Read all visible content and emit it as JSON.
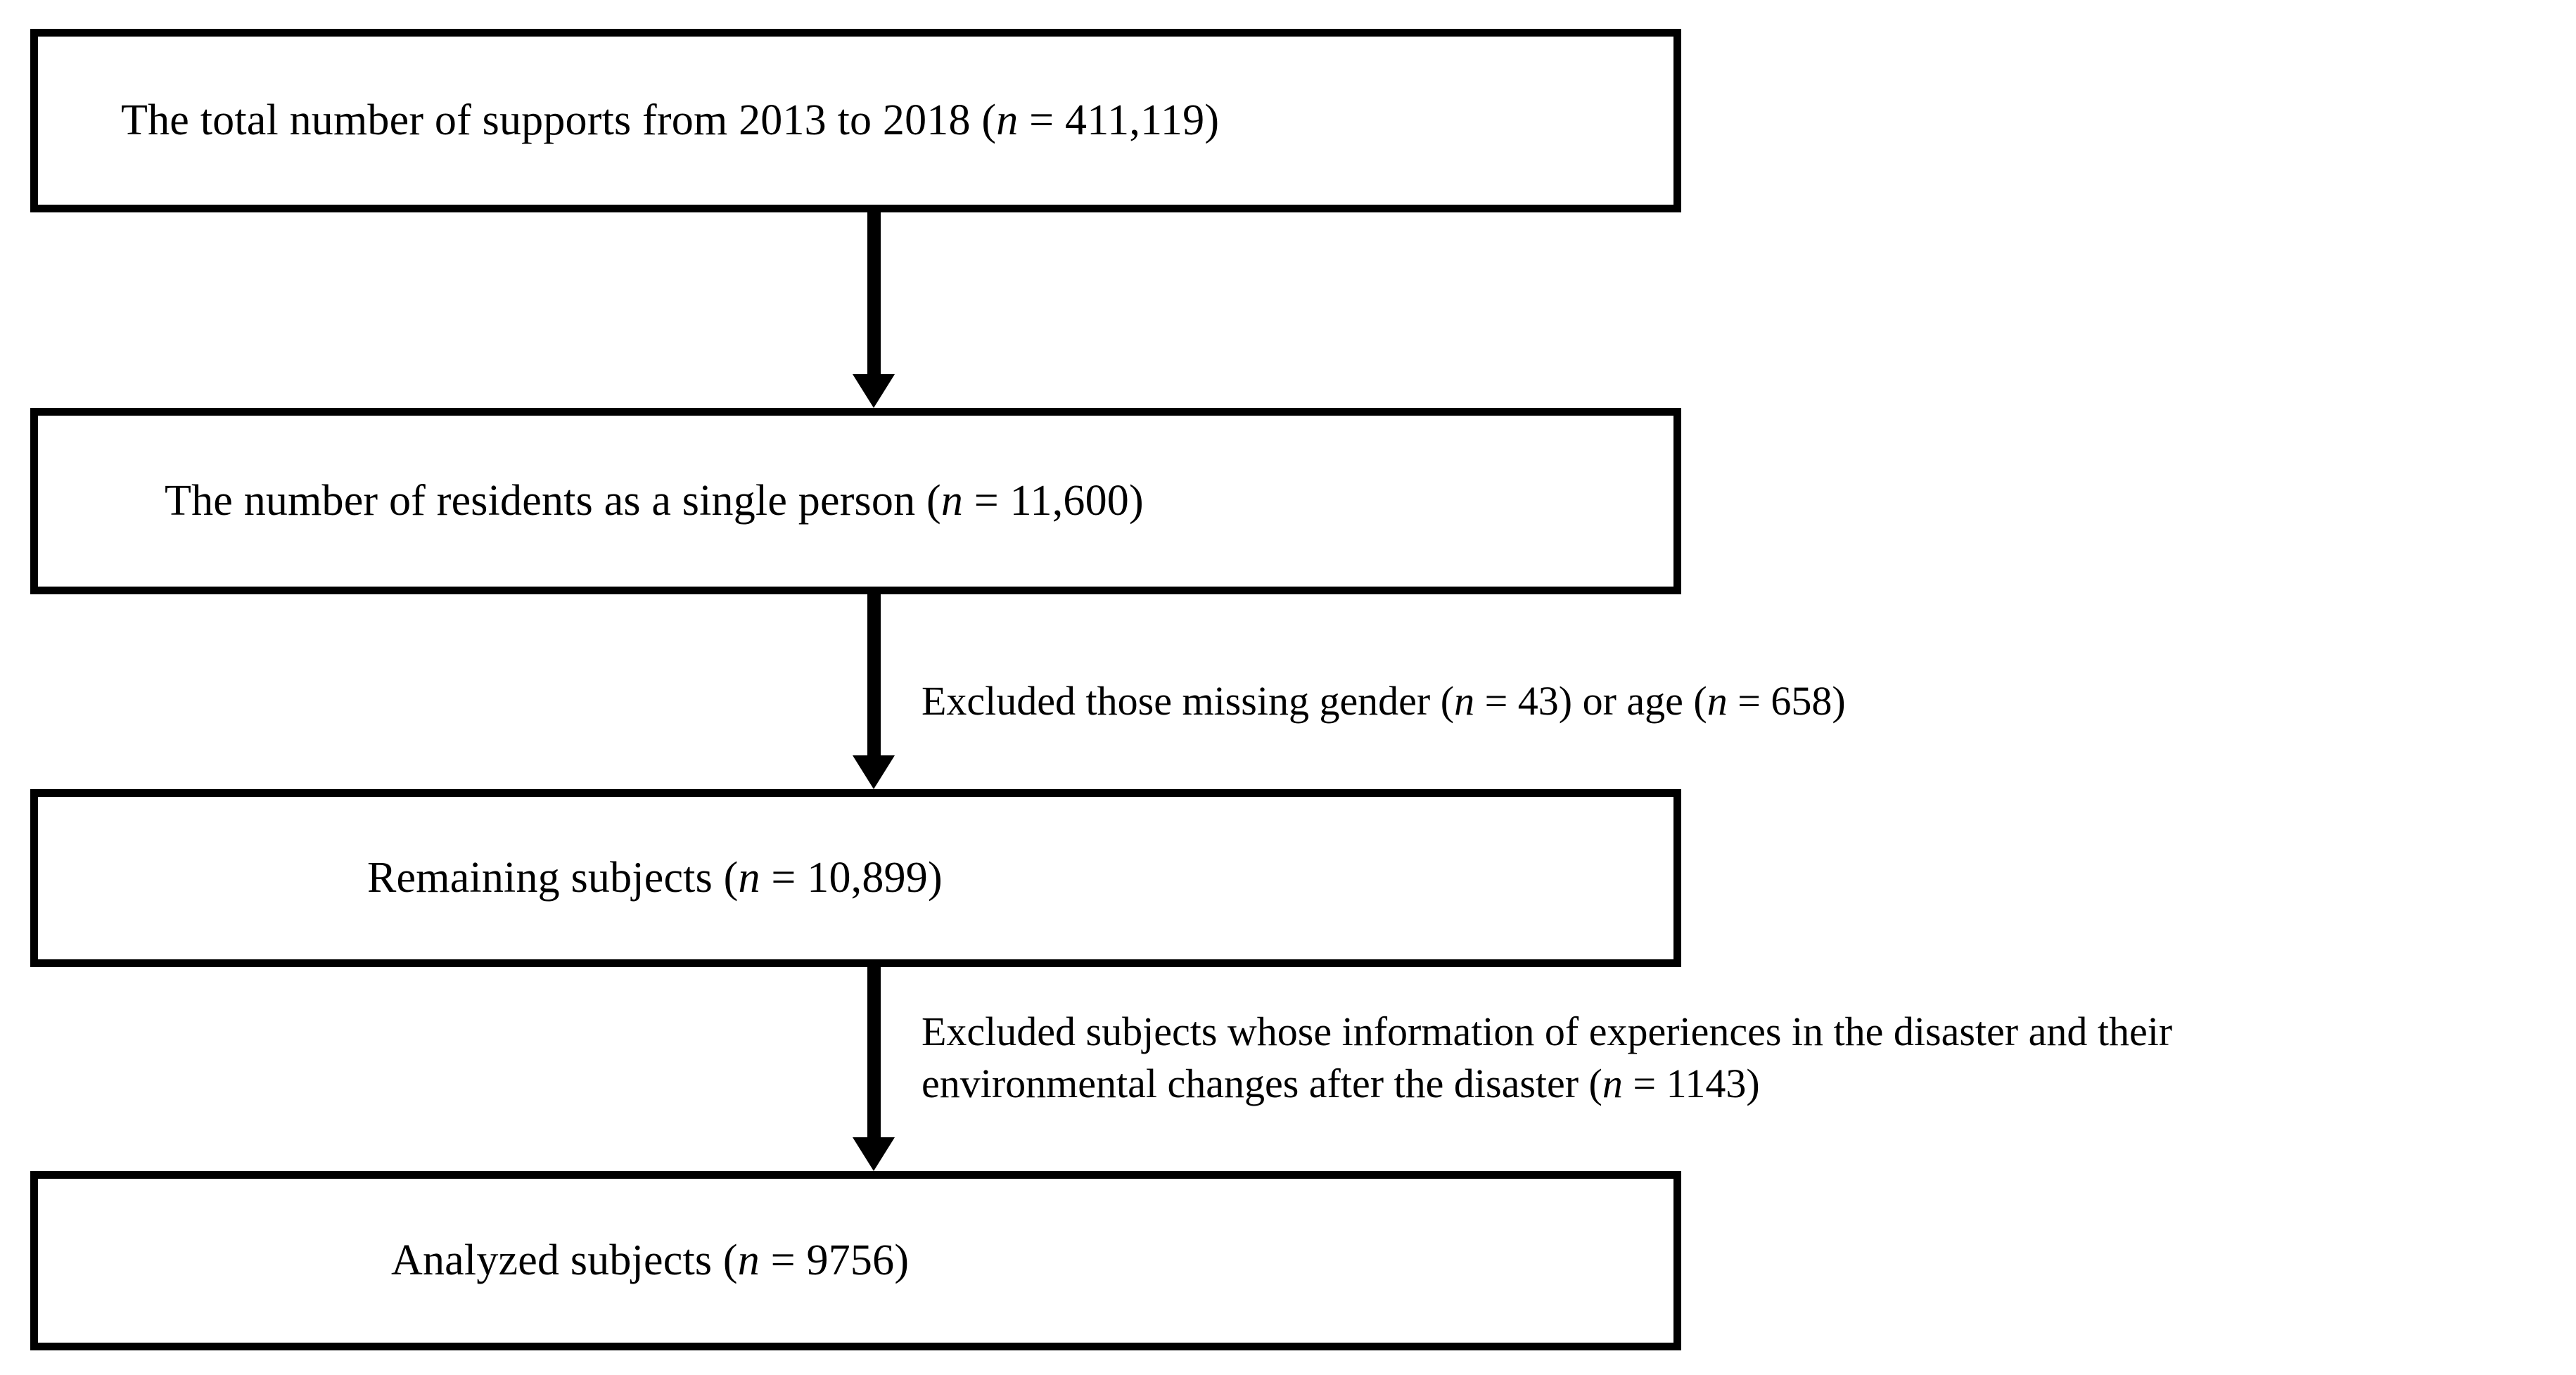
{
  "figure": {
    "type": "flowchart",
    "title": "Participant selection flow diagram",
    "orientation": "vertical",
    "accent_color": "#000000",
    "background_color": "#ffffff"
  },
  "boxes": [
    {
      "id": "total-supports",
      "label": "The total number of supports from 2013 to 2018 (n = 411,119)",
      "text_before_n": "The total number of supports from 2013 to 2018 (",
      "n_symbol": "n",
      "text_after_n": " = 411,119)",
      "count": 411119,
      "count_display": "411,119"
    },
    {
      "id": "single-person-residents",
      "label": "The number of residents as a single person (n = 11,600)",
      "text_before_n": "The number of residents as a single person (",
      "n_symbol": "n",
      "text_after_n": " = 11,600)",
      "count": 11600,
      "count_display": "11,600"
    },
    {
      "id": "remaining-subjects",
      "label": "Remaining subjects (n = 10,899)",
      "text_before_n": "Remaining subjects (",
      "n_symbol": "n",
      "text_after_n": " = 10,899)",
      "count": 10899,
      "count_display": "10,899"
    },
    {
      "id": "analyzed-subjects",
      "label": "Analyzed subjects (n = 9756)",
      "text_before_n": "Analyzed subjects (",
      "n_symbol": "n",
      "text_after_n": " = 9756)",
      "count": 9756,
      "count_display": "9756"
    }
  ],
  "annotations": [
    {
      "id": "exclusion-missing-gender-age",
      "line1_before_n": "Excluded those missing gender (",
      "line1_n_symbol": "n",
      "line1_mid": " = 43) or age (",
      "line1_n_symbol_2": "n",
      "line1_after": " = 658)",
      "full_text": "Excluded those missing gender (n = 43) or age (n = 658)",
      "excluded_gender": 43,
      "excluded_age": 658
    },
    {
      "id": "exclusion-missing-disaster-info",
      "line1": "Excluded subjects whose information of experiences in the disaster and their",
      "line2_before_n": "environmental changes after the disaster (",
      "line2_n_symbol": "n",
      "line2_after": " = 1143)",
      "full_text": "Excluded subjects whose information of experiences in the disaster and their environmental changes after the disaster (n = 1143)",
      "excluded_count": 1143
    }
  ],
  "arrows": [
    {
      "id": "arrow-total-to-single",
      "direction": "down",
      "from": "total-supports",
      "to": "single-person-residents"
    },
    {
      "id": "arrow-single-to-remaining",
      "direction": "down",
      "from": "single-person-residents",
      "to": "remaining-subjects"
    },
    {
      "id": "arrow-remaining-to-analyzed",
      "direction": "down",
      "from": "remaining-subjects",
      "to": "analyzed-subjects"
    }
  ]
}
